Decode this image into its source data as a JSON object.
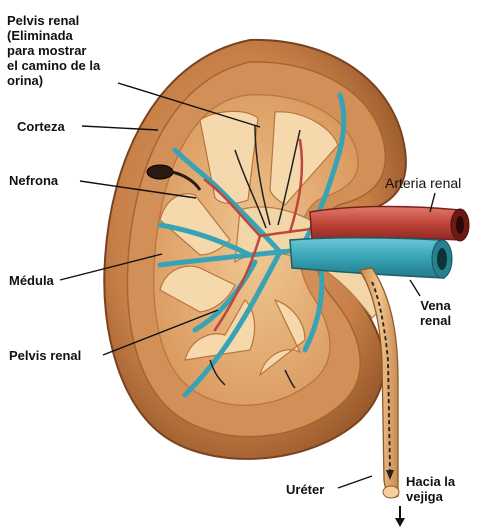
{
  "labels": {
    "pelvis_renal_top": [
      "Pelvis renal",
      "(Eliminada",
      "para mostrar",
      "el camino de la",
      "orina)"
    ],
    "corteza": "Corteza",
    "nefrona": "Nefrona",
    "medula": "Médula",
    "pelvis_renal": "Pelvis renal",
    "arteria_renal": "Arteria renal",
    "vena_renal": [
      "Vena",
      "renal"
    ],
    "ureter": "Uréter",
    "hacia_vejiga": [
      "Hacia la",
      "vejiga"
    ]
  },
  "colors": {
    "capsule": "#c4844c",
    "cortex": "#d28f58",
    "medulla": "#e8b17a",
    "pelvis": "#f2d6a8",
    "artery": "#c0453a",
    "vein": "#37a3b4",
    "ureter": "#e9b67c",
    "text": "#111111"
  }
}
